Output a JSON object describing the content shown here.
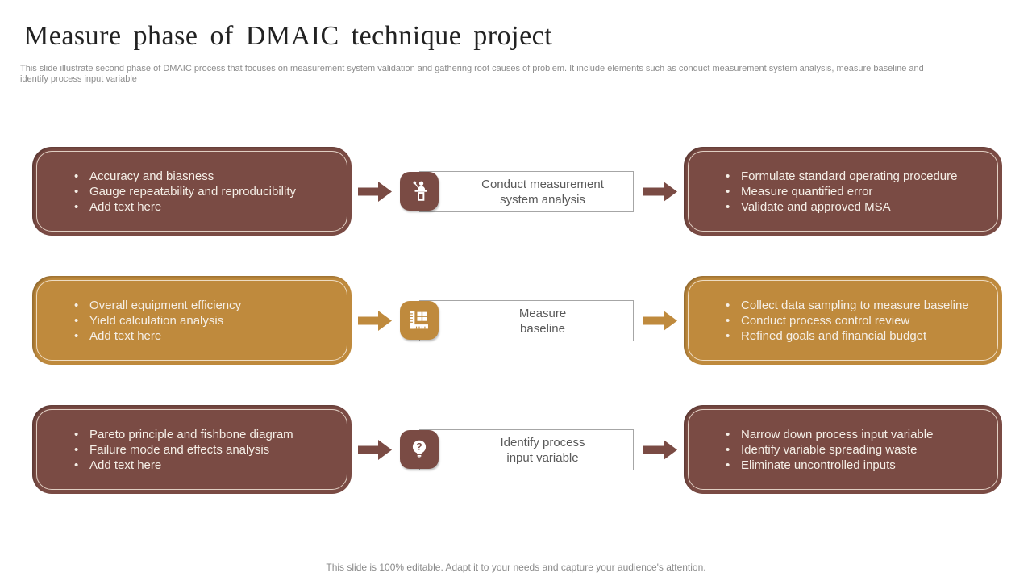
{
  "slide": {
    "title": "Measure phase of DMAIC technique project",
    "subtitle": "This slide illustrate second phase of DMAIC  process that focuses on measurement system validation and gathering root causes of problem. It include elements such as conduct measurement system analysis, measure baseline and identify process input variable",
    "footer": "This slide is 100% editable. Adapt it to your needs and capture your audience's attention."
  },
  "colors": {
    "brown": "#7a4b44",
    "gold": "#bf8a3d",
    "box_text": "#f5efe7",
    "inner_border": "#fAf0e4",
    "label_text": "#595959",
    "label_border": "#a6a6a6",
    "title_text": "#222222",
    "subtitle_text": "#8c8c8c",
    "footer_text": "#8a8a8a"
  },
  "rows": [
    {
      "theme": "brown",
      "icon": "presenter-podium-icon",
      "label_lines": [
        "Conduct measurement",
        "system analysis"
      ],
      "left_bullets": [
        "Accuracy and biasness",
        "Gauge repeatability and reproducibility",
        "Add text here"
      ],
      "right_bullets": [
        "Formulate standard operating procedure",
        "Measure quantified error",
        "Validate and approved MSA"
      ]
    },
    {
      "theme": "gold",
      "icon": "ruler-measure-icon",
      "label_lines": [
        "Measure",
        "baseline"
      ],
      "left_bullets": [
        "Overall equipment efficiency",
        "Yield calculation analysis",
        "Add text here"
      ],
      "right_bullets": [
        "Collect data sampling to measure baseline",
        "Conduct process control review",
        "Refined goals and financial budget"
      ]
    },
    {
      "theme": "brown",
      "icon": "bulb-question-icon",
      "label_lines": [
        "Identify process",
        "input variable"
      ],
      "left_bullets": [
        "Pareto principle and fishbone diagram",
        "Failure mode and effects analysis",
        "Add text here"
      ],
      "right_bullets": [
        "Narrow down process input variable",
        "Identify variable spreading waste",
        "Eliminate uncontrolled inputs"
      ]
    }
  ]
}
